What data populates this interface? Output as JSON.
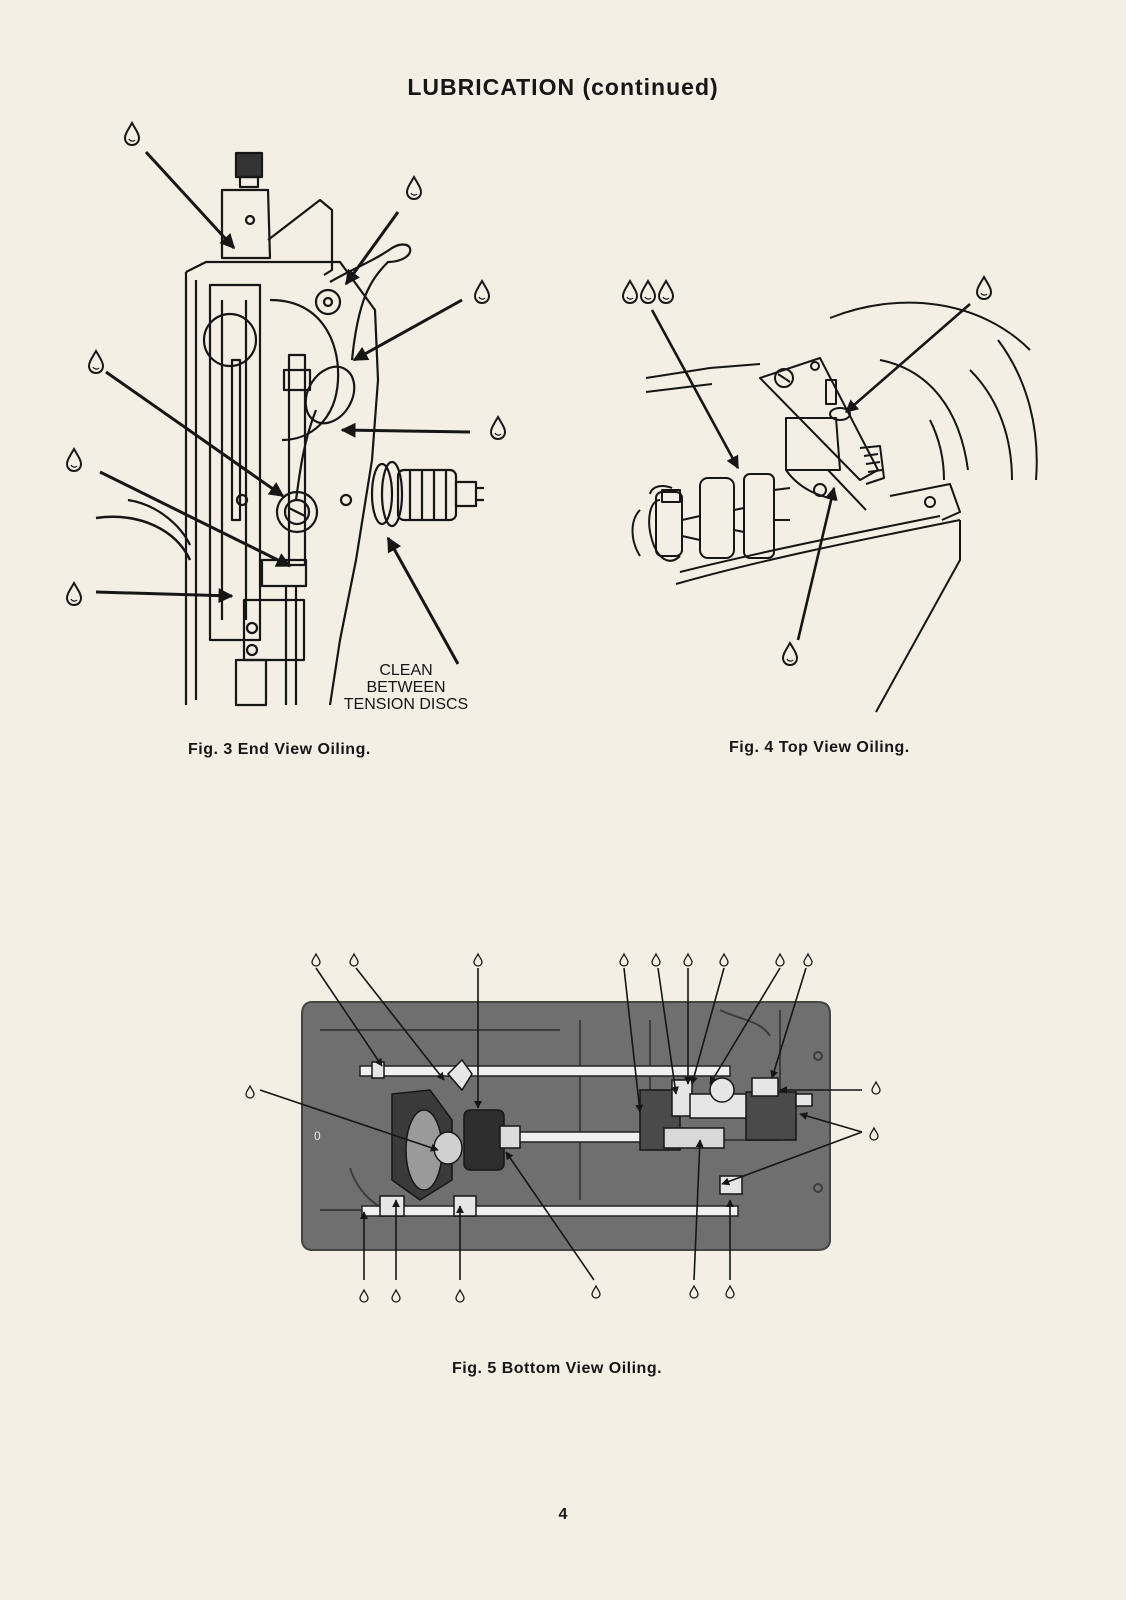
{
  "header": {
    "title": "LUBRICATION (continued)"
  },
  "figures": {
    "fig3": {
      "caption": "Fig. 3 End View Oiling.",
      "note_lines": [
        "CLEAN",
        "BETWEEN",
        "TENSION DISCS"
      ]
    },
    "fig4": {
      "caption": "Fig. 4 Top View Oiling."
    },
    "fig5": {
      "caption": "Fig. 5 Bottom View Oiling."
    }
  },
  "icons": {
    "oil_drop": "oil-drop-icon",
    "arrow": "pointer-arrow"
  },
  "colors": {
    "paper": "#f3efe4",
    "ink": "#161616",
    "plate": "#6f6f6f"
  },
  "footer": {
    "page_number": "4"
  }
}
